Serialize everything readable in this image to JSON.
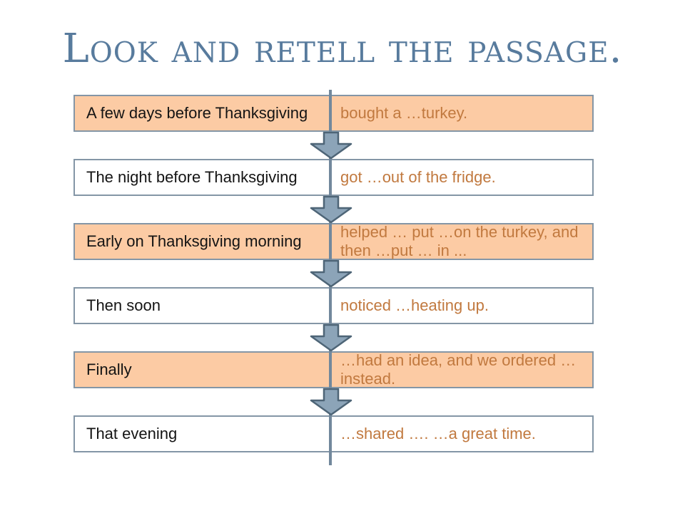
{
  "title": "Look and retell the passage.",
  "colors": {
    "title_text": "#587b9d",
    "box_border": "#8496a6",
    "divider_line": "#72889c",
    "highlight_fill": "#fccba4",
    "plain_fill": "#ffffff",
    "arrow_fill": "#8ca4b8",
    "arrow_outline": "#4e6577",
    "time_text": "#141414",
    "event_text": "#c1793f"
  },
  "rows": [
    {
      "time": "A few days before Thanksgiving",
      "event": "bought a …turkey.",
      "highlight": true
    },
    {
      "time": "The night before Thanksgiving",
      "event": "got …out of the fridge.",
      "highlight": false
    },
    {
      "time": "Early on Thanksgiving morning",
      "event": "helped … put …on the turkey, and then …put … in ...",
      "highlight": true
    },
    {
      "time": "Then soon",
      "event": "noticed …heating up.",
      "highlight": false
    },
    {
      "time": "Finally",
      "event": "…had an idea, and we ordered … instead.",
      "highlight": true
    },
    {
      "time": "That evening",
      "event": "…shared …. …a great time.",
      "highlight": false
    }
  ]
}
